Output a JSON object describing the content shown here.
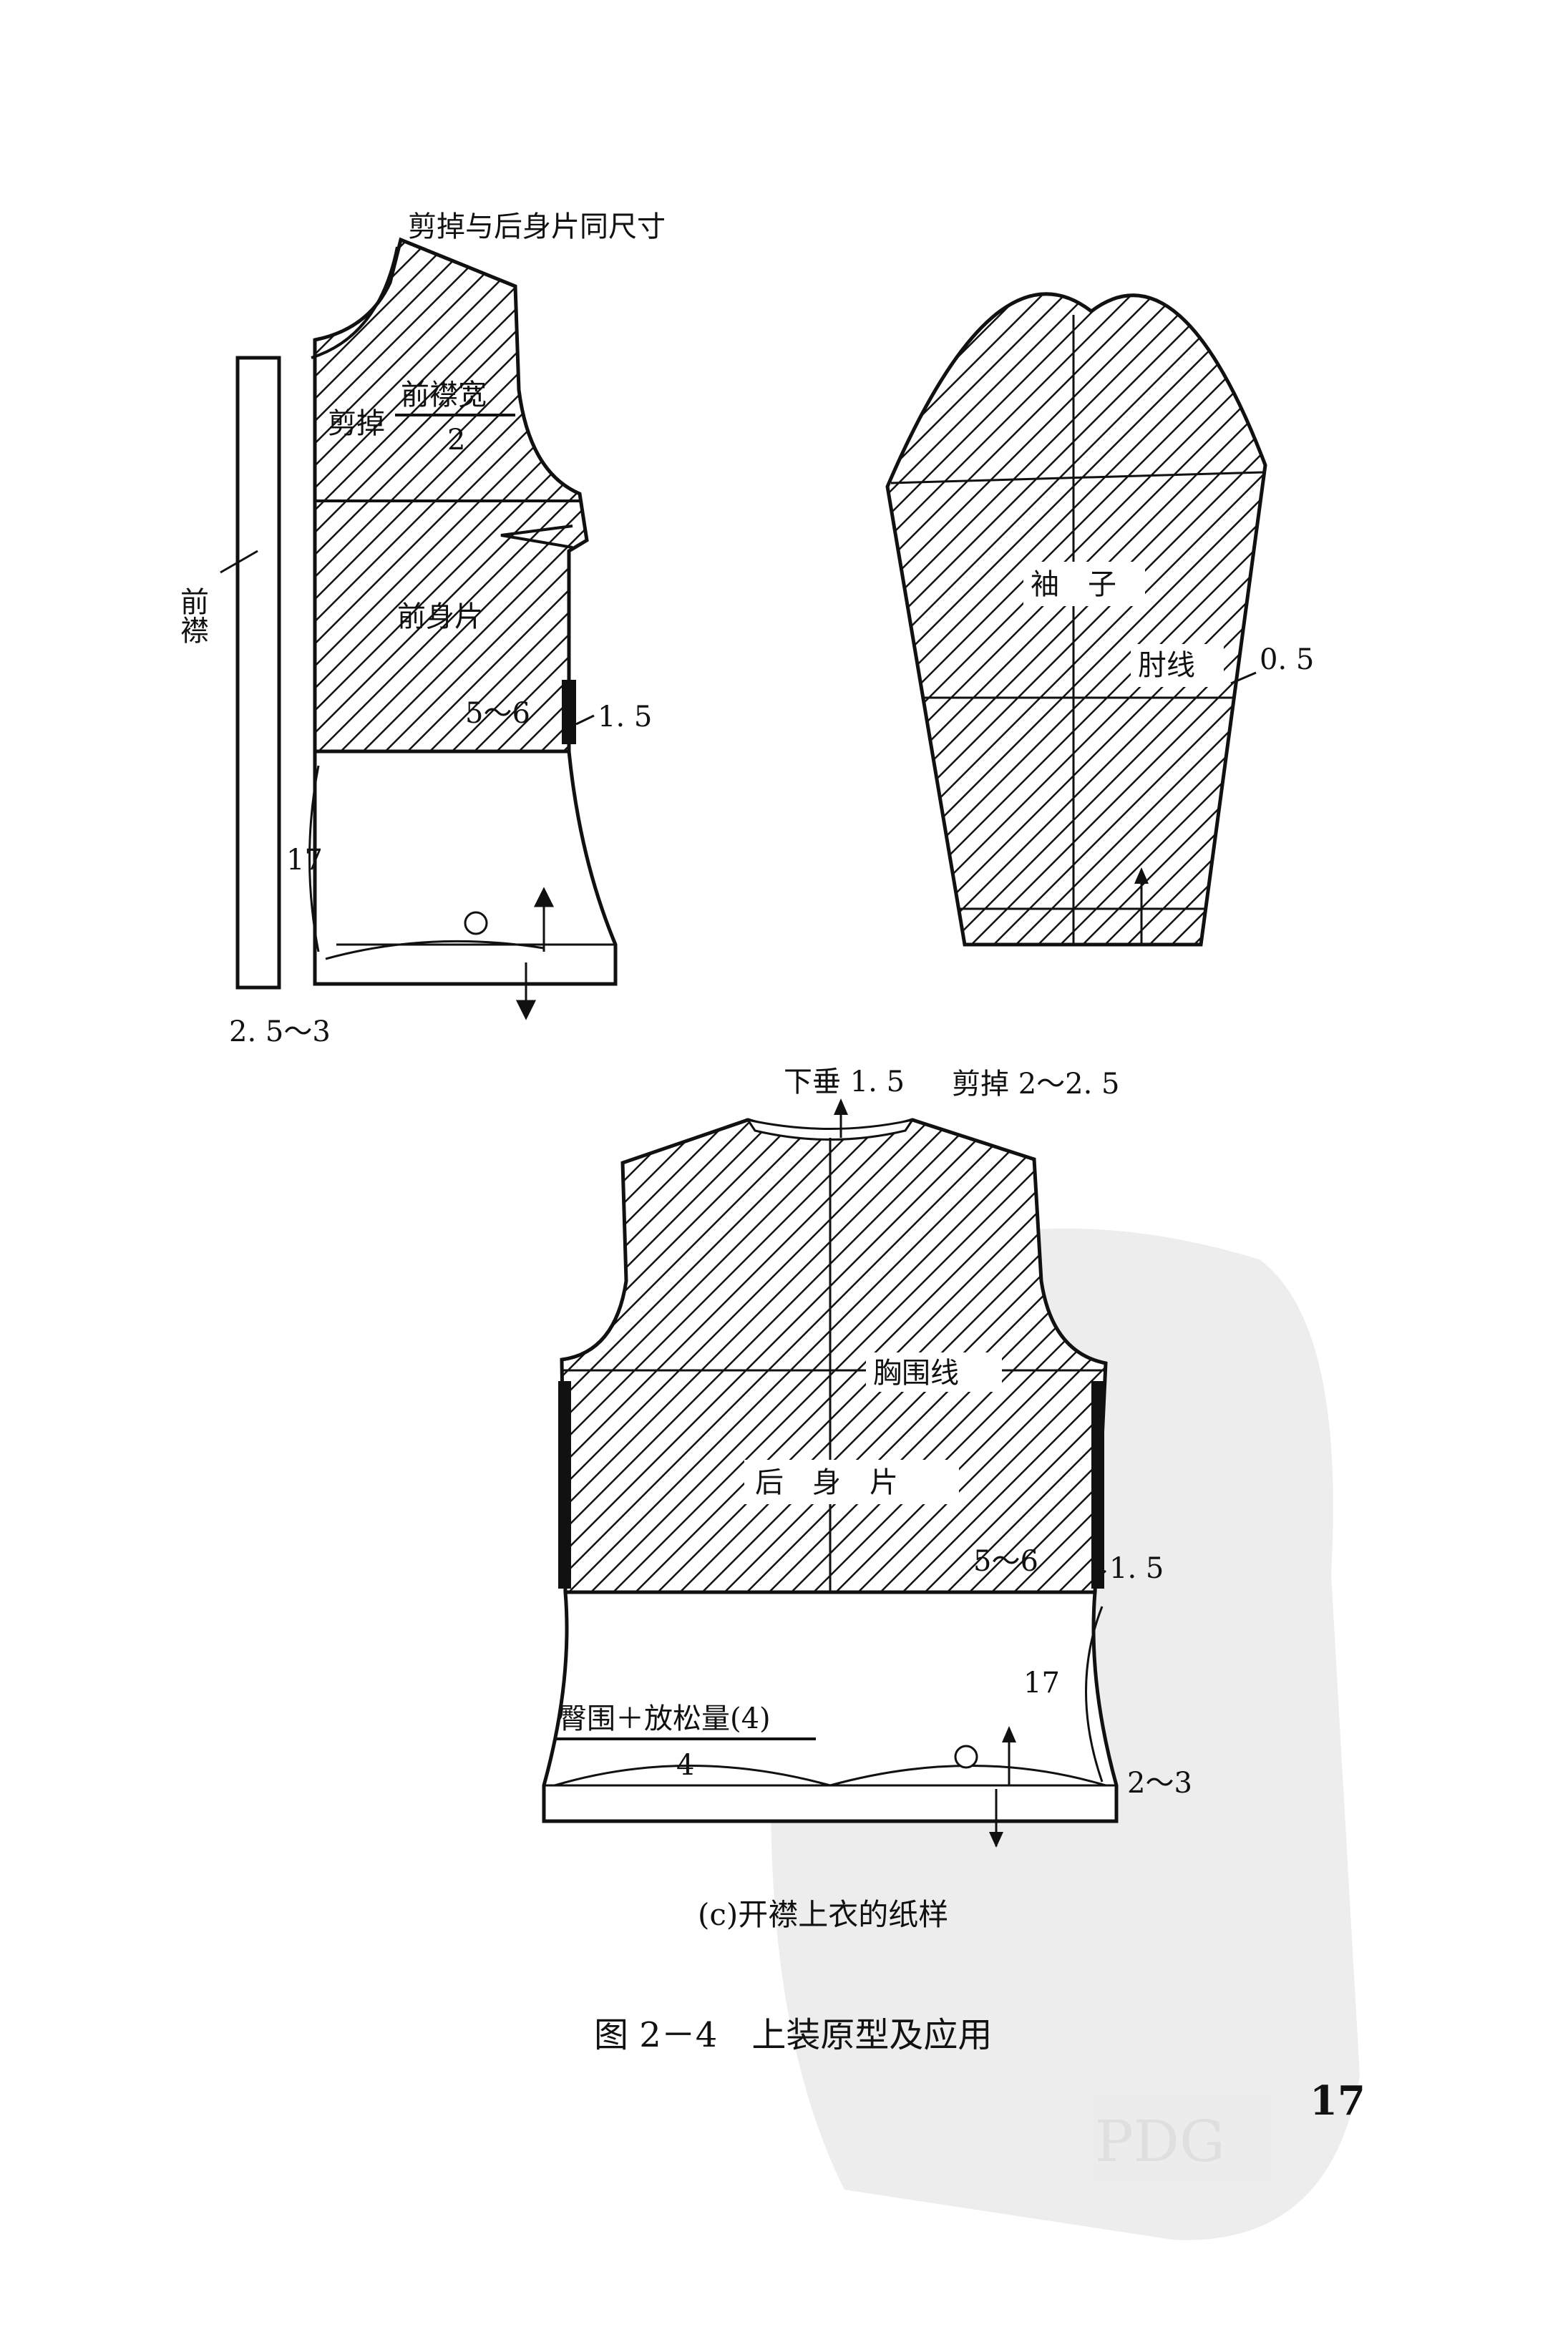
{
  "front_piece": {
    "label_cut_same_as_back": "剪掉与后身片同尺寸",
    "label_cut": "剪掉",
    "fraction_num": "前襟宽",
    "fraction_den": "2",
    "label_placket": "前襟",
    "label_name": "前身片",
    "dim_5_6": "5～6",
    "dim_1_5": "1. 5",
    "dim_17": "17",
    "dim_2_5_3": "2. 5～3"
  },
  "sleeve": {
    "label_name": "袖　子",
    "label_elbow": "肘线",
    "dim_0_5": "0. 5"
  },
  "back_piece": {
    "label_drop": "下垂 1. 5",
    "label_cut": "剪掉 2～2. 5",
    "label_bust": "胸围线",
    "label_name": "后　身　片",
    "dim_5_6": "5～6",
    "dim_1_5": "1. 5",
    "dim_17": "17",
    "fraction_num": "臀围＋放松量(4)",
    "fraction_den": "4",
    "dim_2_3": "2～3"
  },
  "subcaption": "(c)开襟上衣的纸样",
  "figure_caption": "图 2－4　上装原型及应用",
  "page_number": "17",
  "watermark_text": "PDG"
}
